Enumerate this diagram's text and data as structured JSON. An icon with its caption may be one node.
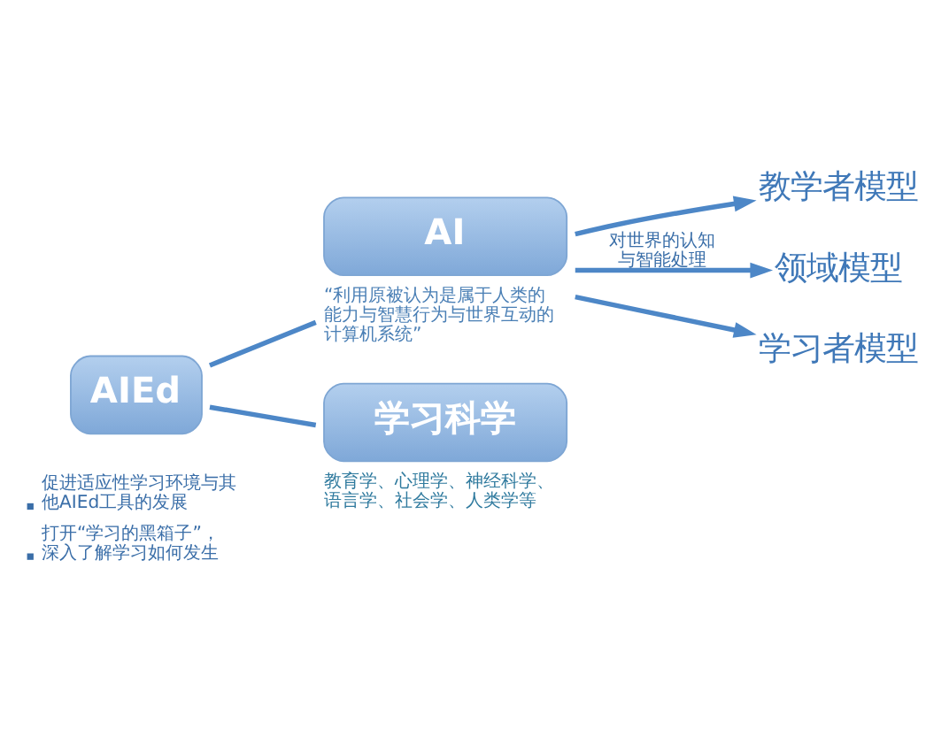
{
  "diagram": {
    "nodes": [
      {
        "text": [
          "AIEd"
        ],
        "beside": [
          "促进适应性学习环境与其他AIEd工具的发展",
          "打开“学习的黑箱子”，深入了解学习如何发生"
        ]
      },
      {
        "text": [
          "AI"
        ],
        "beside": [
          "“利用原被认为是属于人类的能力与智慧行为与世界互动的计算机系统”"
        ]
      },
      {
        "text": [
          "学习科学"
        ],
        "beside": [
          "教育学、心理学、神经科学、语言学、社会学、人类学等"
        ]
      },
      {
        "text": [
          "教学者模型"
        ]
      },
      {
        "text": [
          "领域模型"
        ]
      },
      {
        "text": [
          "学习者模型"
        ]
      }
    ],
    "edges": [
      {
        "from": 0,
        "to": 1,
        "arrow": "none"
      },
      {
        "from": 0,
        "to": 2,
        "arrow": "none"
      },
      {
        "from": 1,
        "to": 3,
        "arrow": "to"
      },
      {
        "from": 1,
        "to": 4,
        "arrow": "to",
        "label": "对世界的认知与智能处理"
      },
      {
        "from": 1,
        "to": 5,
        "arrow": "to"
      }
    ]
  }
}
